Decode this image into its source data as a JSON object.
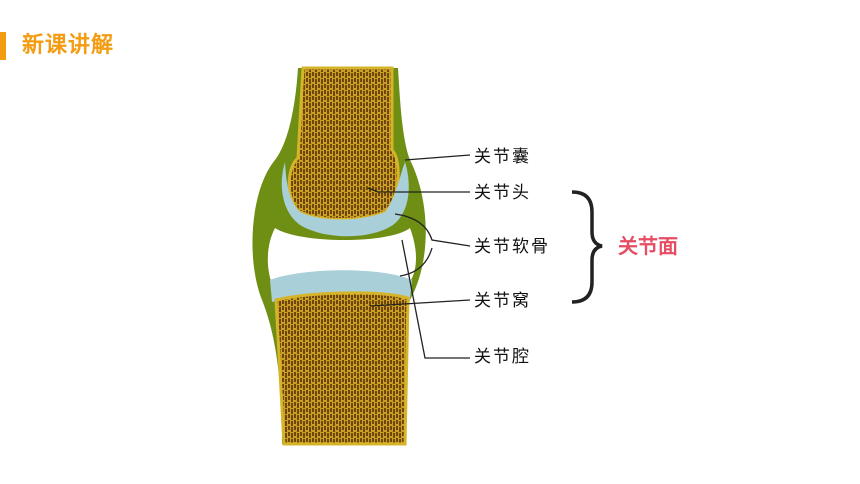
{
  "header": {
    "title": "新课讲解",
    "accent_color": "#f39c12"
  },
  "diagram": {
    "labels": {
      "capsule": "关节囊",
      "head": "关节头",
      "cartilage": "关节软骨",
      "socket": "关节窝",
      "cavity": "关节腔"
    },
    "group_label": "关节面",
    "group_color": "#e64d63",
    "colors": {
      "capsule": "#6e8f14",
      "bone": "#7a4a12",
      "bone_edge": "#c8a020",
      "cartilage": "#a9cfd8",
      "cavity": "#ffffff"
    }
  }
}
